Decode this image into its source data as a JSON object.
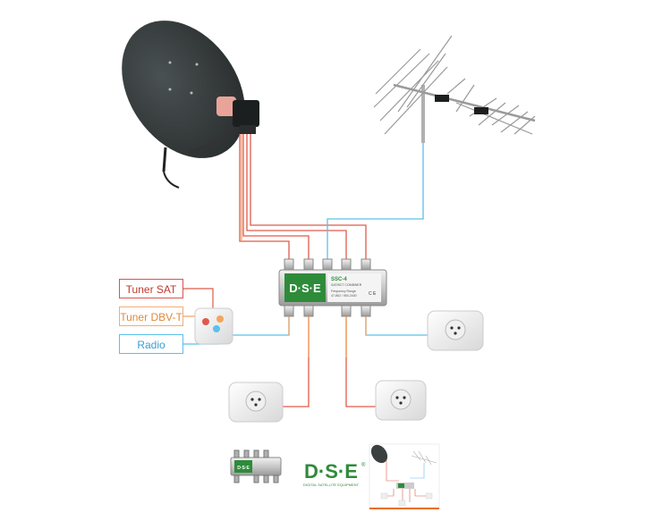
{
  "labels": {
    "tuner_sat": "Tuner SAT",
    "tuner_dvbt": "Tuner DBV-T",
    "radio": "Radio"
  },
  "splitter": {
    "brand": "D·S·E",
    "model": "SSC-4",
    "subtitle": "SAT/BCT COMBINER",
    "spec1": "Frequency Range",
    "spec2": "47-862 / 950-2400",
    "ce": "C E"
  },
  "footer": {
    "brand": "D·S·E",
    "registered": "®",
    "tagline": "DIGITAL SATELLITE EQUIPMENT",
    "product_brand": "D·S·E"
  },
  "colors": {
    "sat": "#e05a4a",
    "terrestrial": "#f4a460",
    "radio": "#5bc0eb",
    "brand_green": "#2e8b3a",
    "dish": "#3a3f40"
  }
}
